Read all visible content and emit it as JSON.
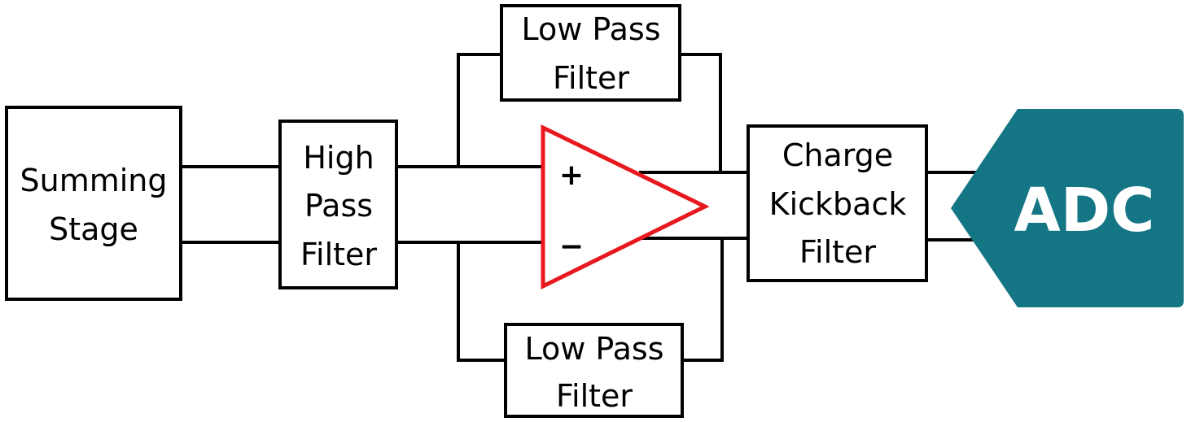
{
  "colors": {
    "amplifier_stroke": "#e8191e",
    "adc_fill": "#147585",
    "line": "#000000"
  },
  "blocks": {
    "summing": {
      "line1": "Summing",
      "line2": "Stage"
    },
    "high_pass": {
      "line1": "High",
      "line2": "Pass",
      "line3": "Filter"
    },
    "low_pass_top": {
      "line1": "Low Pass",
      "line2": "Filter"
    },
    "low_pass_bottom": {
      "line1": "Low Pass",
      "line2": "Filter"
    },
    "charge_kickback": {
      "line1": "Charge",
      "line2": "Kickback",
      "line3": "Filter"
    },
    "adc": {
      "label": "ADC"
    }
  },
  "amplifier": {
    "plus": "+",
    "minus": "−",
    "icon": "op-amp-triangle-icon"
  }
}
